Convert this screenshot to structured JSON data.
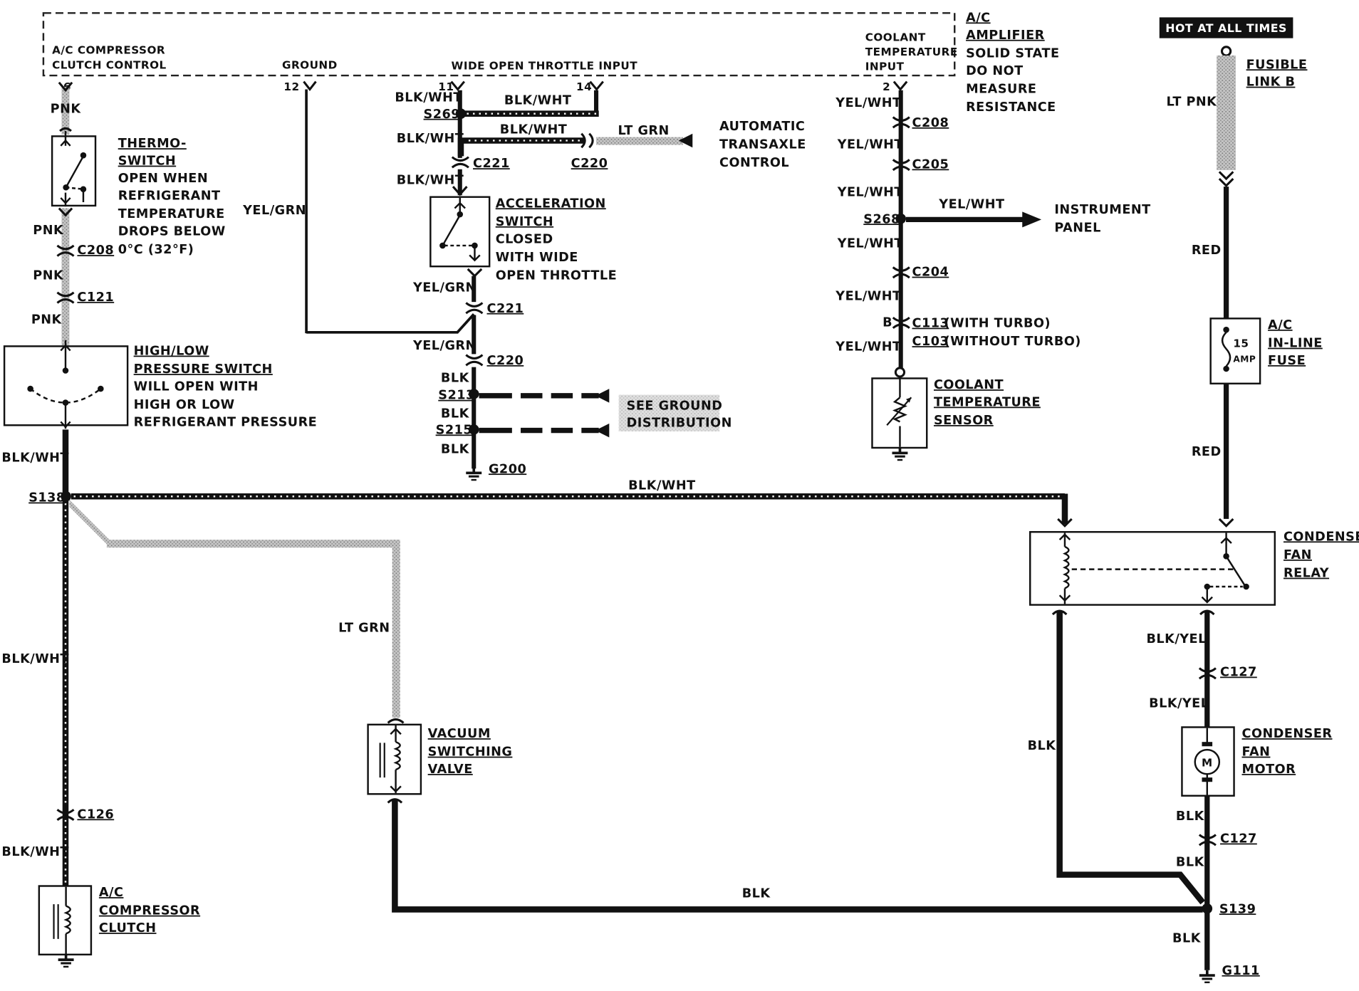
{
  "amplifier": {
    "title": [
      "A/C",
      "AMPLIFIER"
    ],
    "note": [
      "SOLID STATE",
      "DO NOT",
      "MEASURE",
      "RESISTANCE"
    ],
    "compressor_control": [
      "A/C COMPRESSOR",
      "CLUTCH CONTROL"
    ],
    "ground_label": "GROUND",
    "wot_input_label": "WIDE OPEN THROTTLE INPUT",
    "coolant_input_label": [
      "COOLANT",
      "TEMPERATURE",
      "INPUT"
    ],
    "pins": {
      "p6": "6",
      "p12": "12",
      "p11": "11",
      "p14": "14",
      "p2": "2"
    }
  },
  "hot_at_all_times": "HOT AT ALL TIMES",
  "fusible_link": [
    "FUSIBLE",
    "LINK B"
  ],
  "thermo_switch": {
    "title": [
      "THERMO-",
      "SWITCH"
    ],
    "desc": [
      "OPEN WHEN",
      "REFRIGERANT",
      "TEMPERATURE",
      "DROPS BELOW",
      "0°C (32°F)"
    ]
  },
  "pressure_switch": {
    "title": [
      "HIGH/LOW",
      "PRESSURE SWITCH"
    ],
    "desc": [
      "WILL OPEN WITH",
      "HIGH OR LOW",
      "REFRIGERANT PRESSURE"
    ]
  },
  "accel_switch": {
    "title": [
      "ACCELERATION",
      "SWITCH"
    ],
    "desc": [
      "CLOSED",
      "WITH WIDE",
      "OPEN THROTTLE"
    ]
  },
  "auto_transaxle": [
    "AUTOMATIC",
    "TRANSAXLE",
    "CONTROL"
  ],
  "instrument_panel": [
    "INSTRUMENT",
    "PANEL"
  ],
  "see_ground": [
    "SEE GROUND",
    "DISTRIBUTION"
  ],
  "coolant_sensor": [
    "COOLANT",
    "TEMPERATURE",
    "SENSOR"
  ],
  "inline_fuse": {
    "title": [
      "A/C",
      "IN-LINE",
      "FUSE"
    ],
    "rating": "15",
    "unit": "AMP"
  },
  "condenser_relay": [
    "CONDENSER",
    "FAN",
    "RELAY"
  ],
  "condenser_motor": {
    "title": [
      "CONDENSER",
      "FAN",
      "MOTOR"
    ],
    "symbol": "M"
  },
  "vacuum_valve": [
    "VACUUM",
    "SWITCHING",
    "VALVE"
  ],
  "compressor_clutch": [
    "A/C",
    "COMPRESSOR",
    "CLUTCH"
  ],
  "turbo_notes": {
    "c113": "(WITH TURBO)",
    "c103": "(WITHOUT TURBO)",
    "pin_b": "B"
  },
  "wire_colors": {
    "pnk": "PNK",
    "blk_wht": "BLK/WHT",
    "blk": "BLK",
    "lt_grn": "LT GRN",
    "yel_grn": "YEL/GRN",
    "yel_wht": "YEL/WHT",
    "lt_pnk": "LT PNK",
    "red": "RED",
    "blk_yel": "BLK/YEL"
  },
  "connectors": {
    "c208": "C208",
    "c121": "C121",
    "c126": "C126",
    "c221": "C221",
    "c220": "C220",
    "c205": "C205",
    "c204": "C204",
    "c113": "C113",
    "c103": "C103",
    "c127": "C127"
  },
  "splices": {
    "s269": "S269",
    "s213": "S213",
    "s215": "S215",
    "s268": "S268",
    "s138": "S138",
    "s139": "S139"
  },
  "grounds": {
    "g200": "G200",
    "g111": "G111"
  },
  "colors": {
    "wire": "#111111",
    "stipple_wire": "#a8a8a8",
    "background": "#ffffff",
    "hot_box": "#111111"
  }
}
